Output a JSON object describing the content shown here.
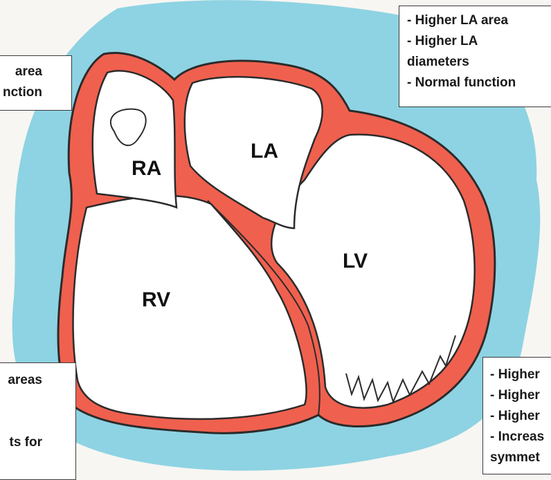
{
  "diagram": {
    "colors": {
      "background": "#f7f6f2",
      "blob": "#8ed3e3",
      "wall": "#f0604e",
      "outline": "#2b2b2b",
      "chamber": "#ffffff"
    },
    "chambers": {
      "ra": "RA",
      "la": "LA",
      "rv": "RV",
      "lv": "LV"
    },
    "notes": {
      "la": [
        "- Higher LA area",
        "- Higher LA",
        "diameters",
        "- Normal function"
      ],
      "ra": [
        "area",
        "nction"
      ],
      "rv": [
        "areas",
        "",
        "",
        "ts for"
      ],
      "lv": [
        "- Higher",
        "- Higher",
        "- Higher",
        "- Increas",
        "symmet"
      ]
    }
  }
}
